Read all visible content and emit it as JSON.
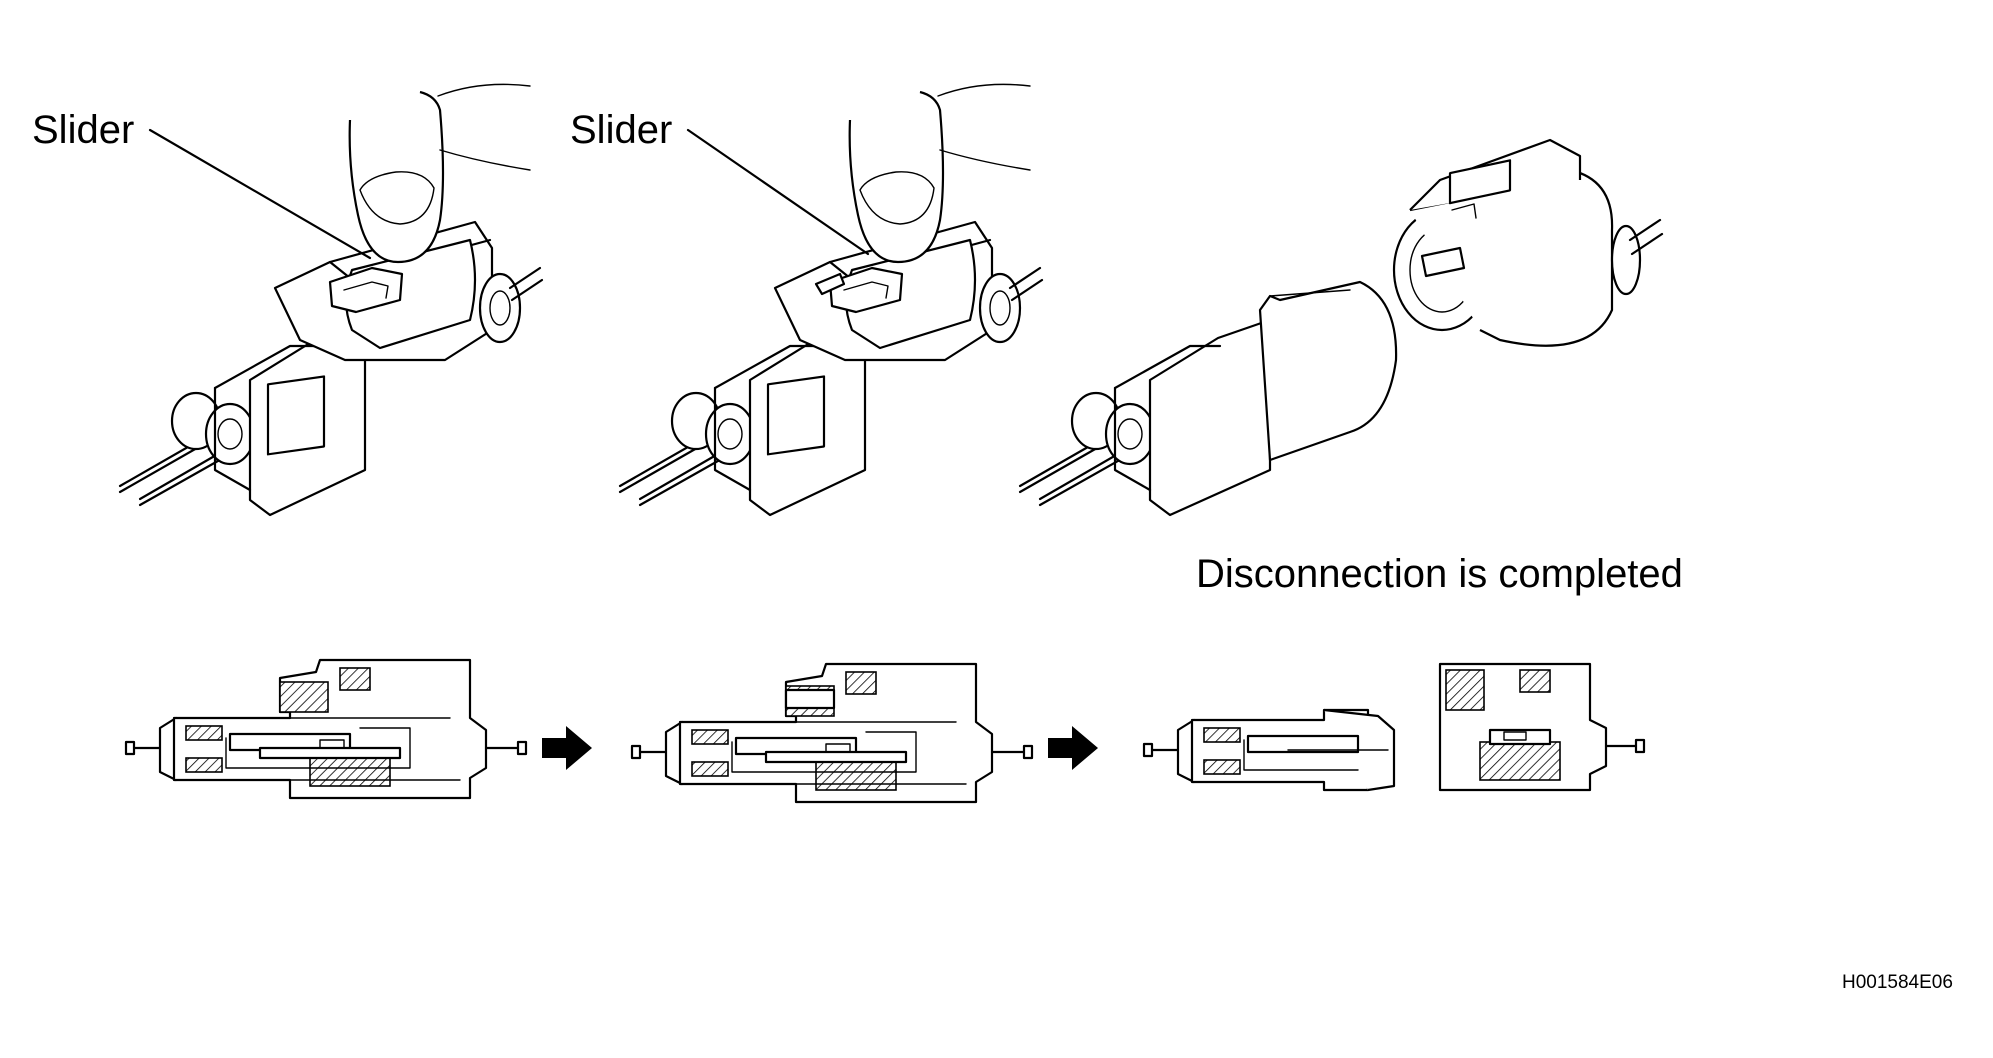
{
  "labels": {
    "slider_1": "Slider",
    "slider_2": "Slider",
    "caption": "Disconnection is completed",
    "figure_id": "H001584E06"
  },
  "icons": {
    "arrow_1": "right-arrow-icon",
    "arrow_2": "right-arrow-icon"
  },
  "colors": {
    "line": "#000000",
    "background": "#ffffff"
  }
}
